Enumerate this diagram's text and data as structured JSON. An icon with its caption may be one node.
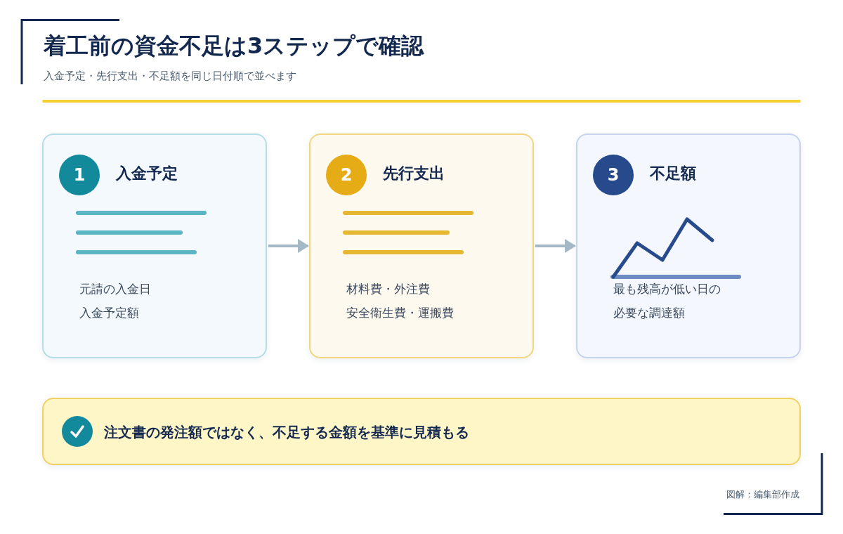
{
  "diagram": {
    "title": "着工前の資金不足は3ステップで確認",
    "nodes": [
      {
        "text": [
          "入金予定",
          "元請の入金日",
          "入金予定額"
        ]
      },
      {
        "text": [
          "1"
        ],
        "in": 0
      },
      {
        "text": [
          "先行支出",
          "材料費・外注費",
          "安全衛生費・運搬費"
        ]
      },
      {
        "text": [
          "2"
        ],
        "in": 2
      },
      {
        "text": [
          "不足額",
          "最も残高が低い日の必要な調達額"
        ]
      },
      {
        "text": [
          "3"
        ],
        "in": 4
      },
      {
        "text": [
          "注文書の発注額ではなく、不足する金額を基準に見積もる"
        ]
      }
    ],
    "edges": [
      {
        "from": 0,
        "to": 2,
        "arrow": "to"
      },
      {
        "from": 2,
        "to": 4,
        "arrow": "to"
      }
    ],
    "labels": [
      "入金予定・先行支出・不足額を同じ日付順で並べます",
      "図解：編集部作成"
    ]
  }
}
